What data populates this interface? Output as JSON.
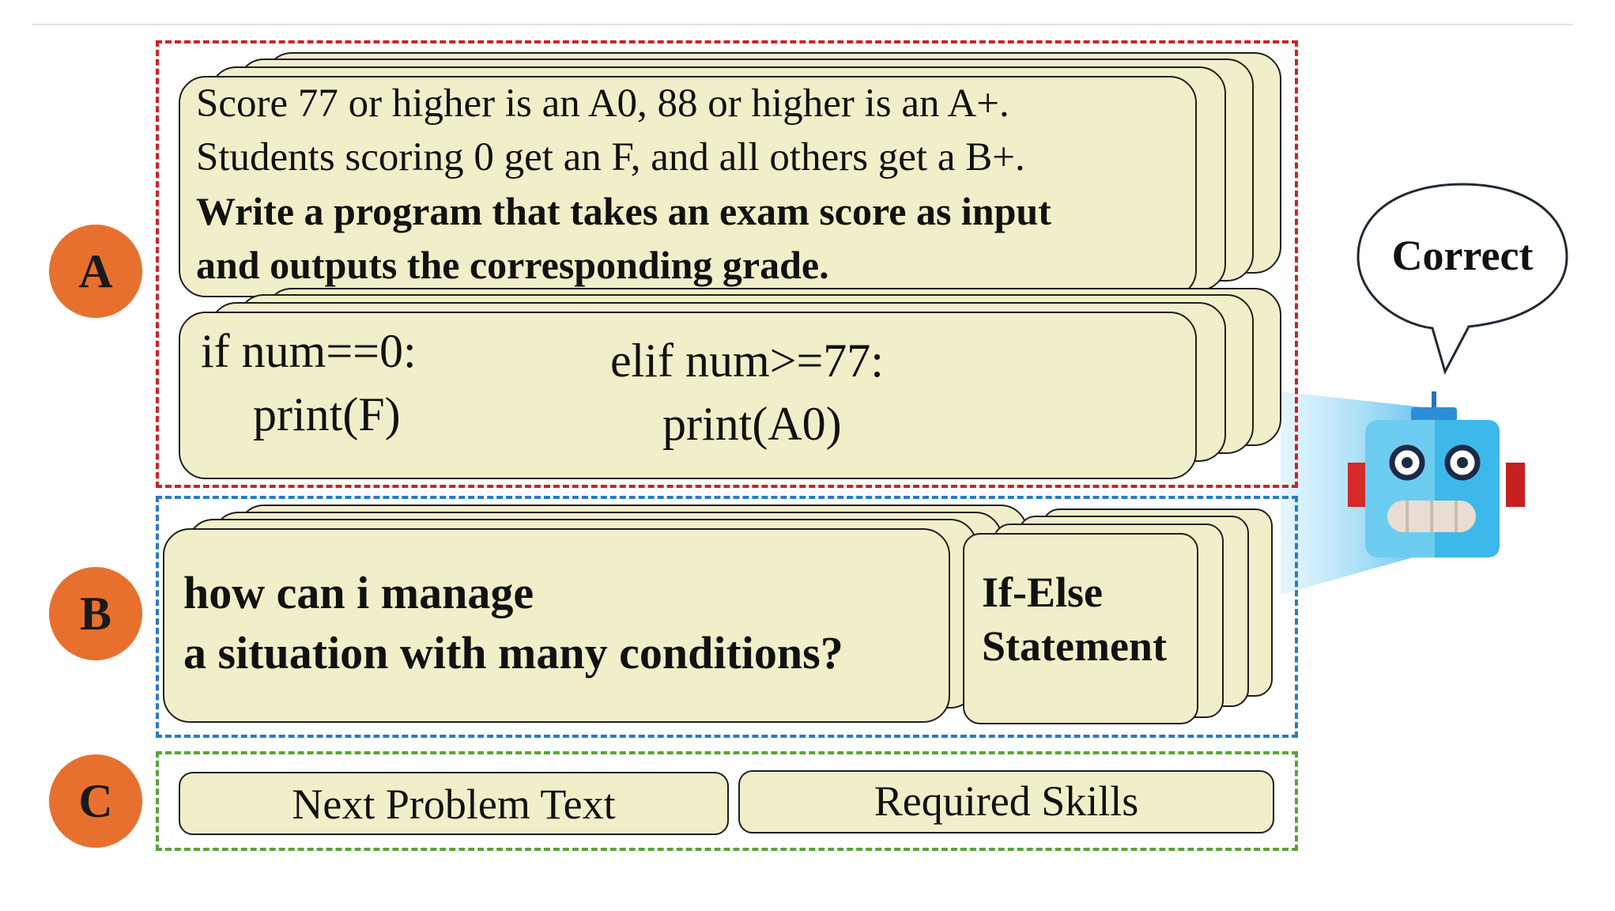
{
  "section_a": {
    "marker": "A",
    "problem_lines": [
      "Score 77 or higher is an A0, 88 or higher is an A+.",
      "Students scoring 0 get an F, and all others get a B+."
    ],
    "instruction_lines": [
      "Write a program that takes an exam score as input",
      "and outputs the corresponding grade."
    ],
    "code_left": [
      "if num==0:",
      "print(F)"
    ],
    "code_right": [
      "elif num>=77:",
      "print(A0)"
    ]
  },
  "section_b": {
    "marker": "B",
    "question_lines": [
      "how can i manage",
      "a situation with many conditions?"
    ],
    "skill_lines": [
      "If-Else",
      "Statement"
    ]
  },
  "section_c": {
    "marker": "C",
    "next_problem_label": "Next Problem Text",
    "required_skills_label": "Required Skills"
  },
  "robot": {
    "speech": "Correct"
  },
  "colors": {
    "frame_a": "#cc2229",
    "frame_b": "#2a7bbf",
    "frame_c": "#5ba33b",
    "marker": "#e8702f",
    "card_fill": "#f1efc9",
    "robot_face": "#5cc6ee",
    "robot_ears": "#d62a2a",
    "beam": "#8fd0f2"
  }
}
